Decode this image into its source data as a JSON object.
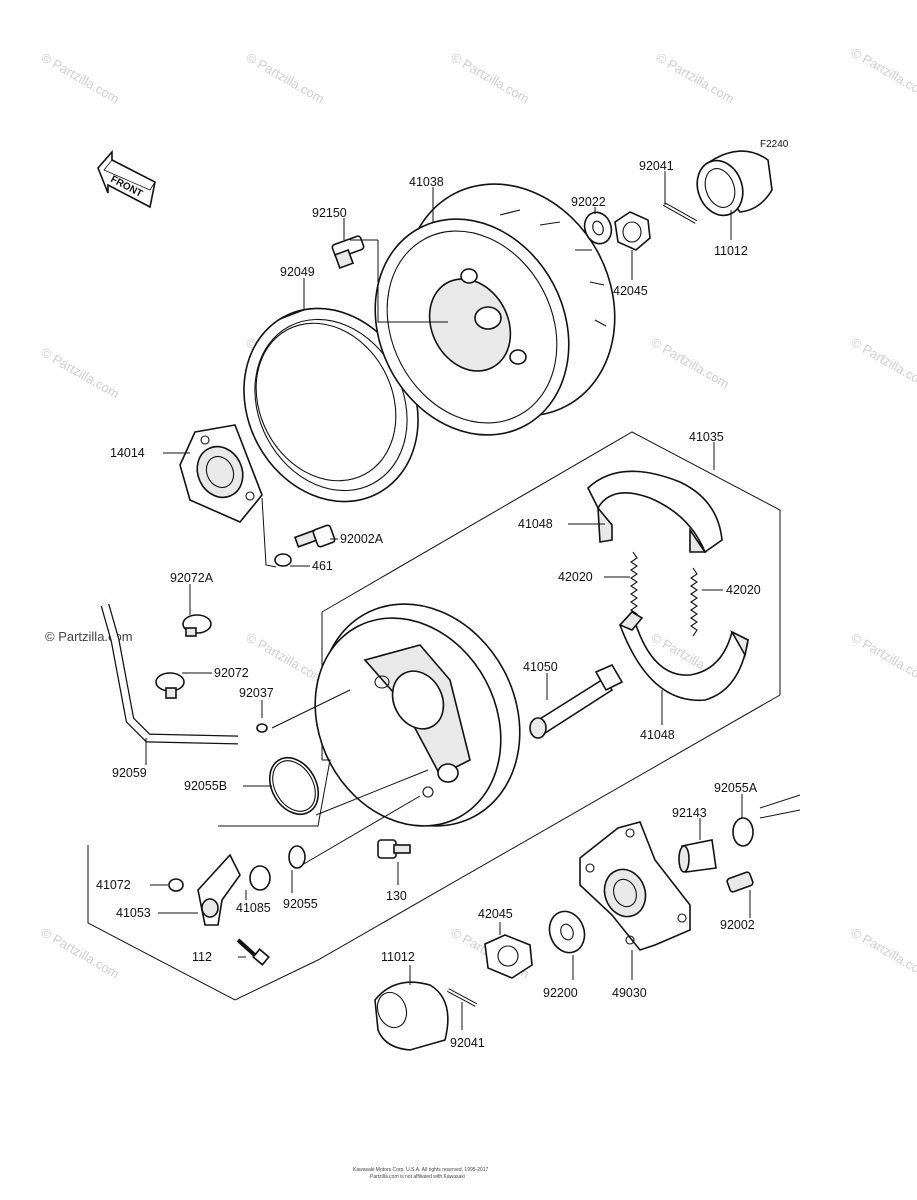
{
  "diagram_code": "F2240",
  "front_label": "FRONT",
  "watermark": "© Partzilla.com",
  "footer": {
    "line1": "Kawasaki Motors Corp. U.S.A. All rights reserved. 1995-2017",
    "line2": "Partzilla.com is not affiliated with Kawasaki"
  },
  "parts": {
    "p92041_top": "92041",
    "p41038": "41038",
    "p92022": "92022",
    "p11012_top": "11012",
    "p92150": "92150",
    "p42045_top": "42045",
    "p92049": "92049",
    "p14014": "14014",
    "p41035": "41035",
    "p41048_top": "41048",
    "p92002A": "92002A",
    "p461": "461",
    "p42020_left": "42020",
    "p42020_right": "42020",
    "p92072A": "92072A",
    "p92072": "92072",
    "p41050": "41050",
    "p92037": "92037",
    "p41048_bottom": "41048",
    "p92059": "92059",
    "p92055B": "92055B",
    "p92055A": "92055A",
    "p92143": "92143",
    "p41072": "41072",
    "p41053": "41053",
    "p41085": "41085",
    "p92055": "92055",
    "p130": "130",
    "p42045_bottom": "42045",
    "p92002": "92002",
    "p112": "112",
    "p11012_bottom": "11012",
    "p92200": "92200",
    "p49030": "49030",
    "p92041_bottom": "92041"
  }
}
